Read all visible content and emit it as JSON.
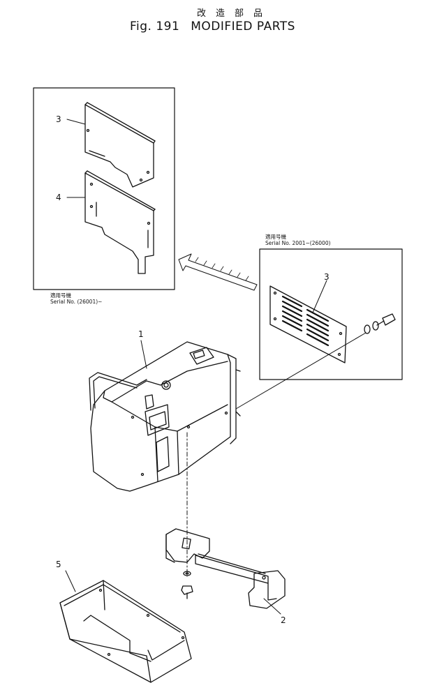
{
  "figure": {
    "title_jp": "改造部品",
    "fig_label": "Fig. 191",
    "title_en": "MODIFIED PARTS"
  },
  "callouts": {
    "c1": "1",
    "c2": "2",
    "c3_upper": "3",
    "c3_right": "3",
    "c4": "4",
    "c5": "5"
  },
  "notes": {
    "left_box": {
      "line1": "適用号機",
      "line2": "Serial No. (26001)~"
    },
    "right_box": {
      "line1": "適用号機",
      "line2": "Serial No. 2001~(26000)"
    }
  }
}
